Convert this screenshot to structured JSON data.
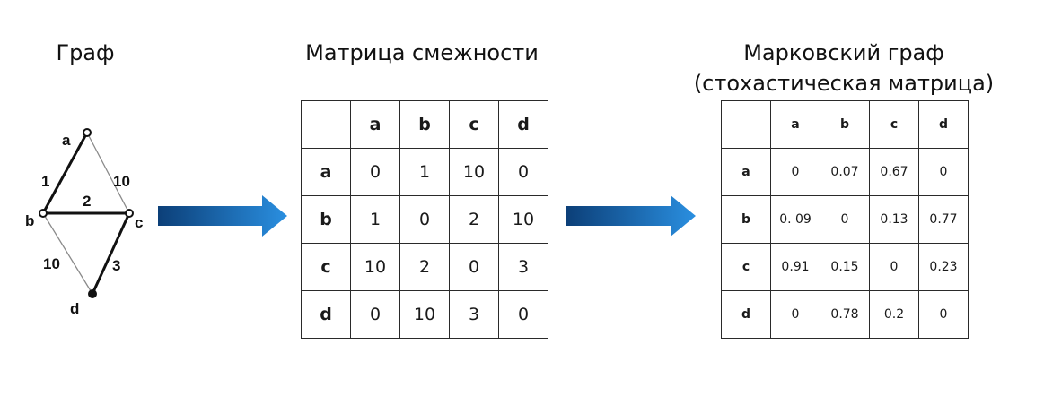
{
  "titles": {
    "graph": "Граф",
    "adjacency": "Матрица смежности",
    "markov_line1": "Марковский граф",
    "markov_line2": "(стохастическая матрица)"
  },
  "graph": {
    "nodes": [
      "a",
      "b",
      "c",
      "d"
    ],
    "edges": [
      {
        "from": "a",
        "to": "b",
        "weight": "1",
        "style": "bold"
      },
      {
        "from": "a",
        "to": "c",
        "weight": "10",
        "style": "thin"
      },
      {
        "from": "b",
        "to": "c",
        "weight": "2",
        "style": "bold"
      },
      {
        "from": "b",
        "to": "d",
        "weight": "10",
        "style": "thin"
      },
      {
        "from": "c",
        "to": "d",
        "weight": "3",
        "style": "bold"
      }
    ]
  },
  "adjacency": {
    "headers": [
      "a",
      "b",
      "c",
      "d"
    ],
    "rows": [
      {
        "label": "a",
        "cells": [
          "0",
          "1",
          "10",
          "0"
        ]
      },
      {
        "label": "b",
        "cells": [
          "1",
          "0",
          "2",
          "10"
        ]
      },
      {
        "label": "c",
        "cells": [
          "10",
          "2",
          "0",
          "3"
        ]
      },
      {
        "label": "d",
        "cells": [
          "0",
          "10",
          "3",
          "0"
        ]
      }
    ]
  },
  "markov": {
    "headers": [
      "a",
      "b",
      "c",
      "d"
    ],
    "rows": [
      {
        "label": "a",
        "cells": [
          "0",
          "0.07",
          "0.67",
          "0"
        ]
      },
      {
        "label": "b",
        "cells": [
          "0. 09",
          "0",
          "0.13",
          "0.77"
        ]
      },
      {
        "label": "c",
        "cells": [
          "0.91",
          "0.15",
          "0",
          "0.23"
        ]
      },
      {
        "label": "d",
        "cells": [
          "0",
          "0.78",
          "0.2",
          "0"
        ]
      }
    ]
  },
  "colors": {
    "arrow_dark": "#0c3f78",
    "arrow_light": "#2a8fe0",
    "edge": "#111111",
    "edge_thin": "#8a8a8a"
  }
}
